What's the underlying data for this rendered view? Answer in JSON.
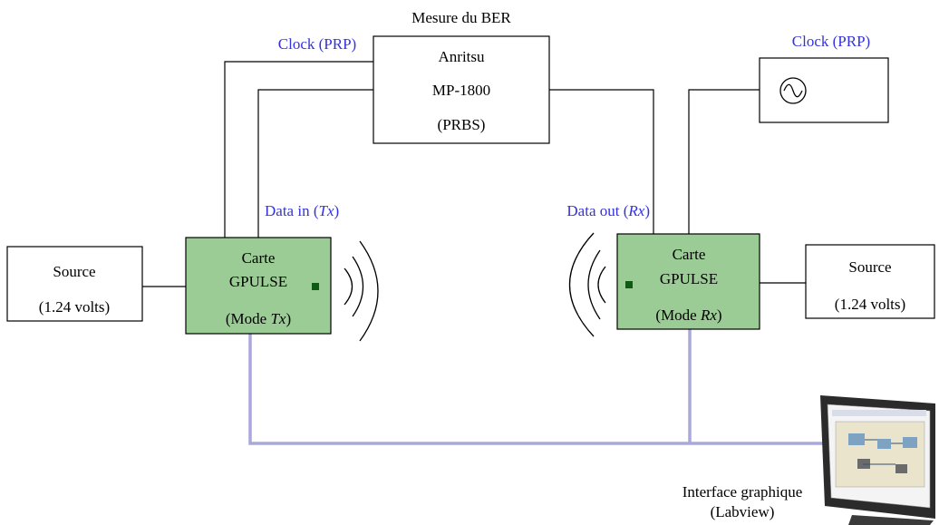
{
  "title": "Mesure du BER",
  "anritsu": {
    "line1": "Anritsu",
    "line2": "MP-1800",
    "line3": "(PRBS)"
  },
  "clock_tx_label": "Clock (PRP)",
  "clock_rx_label": "Clock (PRP)",
  "data_in_label": {
    "prefix": "Data in (",
    "italic": "Tx",
    "suffix": ")"
  },
  "data_out_label": {
    "prefix": "Data out (",
    "italic": "Rx",
    "suffix": ")"
  },
  "source_left": {
    "line1": "Source",
    "line2": "(1.24 volts)"
  },
  "source_right": {
    "line1": "Source",
    "line2": "(1.24 volts)"
  },
  "card_tx": {
    "line1": "Carte",
    "line2": "GPULSE",
    "mode_prefix": "(Mode ",
    "mode_italic": "Tx",
    "mode_suffix": ")"
  },
  "card_rx": {
    "line1": "Carte",
    "line2": "GPULSE",
    "mode_prefix": "(Mode ",
    "mode_italic": "Rx",
    "mode_suffix": ")"
  },
  "interface": {
    "line1": "Interface graphique",
    "line2": "(Labview)"
  },
  "colors": {
    "card_fill": "#9ccc96",
    "label_blue": "#3333dd",
    "usb_line": "#a8a8dc"
  },
  "icons": [
    "sine-wave-icon",
    "antenna-wave-icon",
    "monitor-icon"
  ]
}
